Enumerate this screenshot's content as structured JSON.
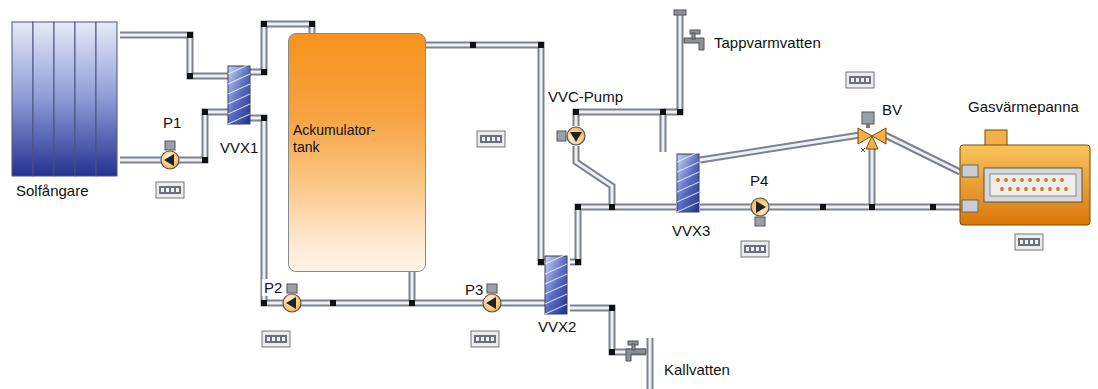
{
  "diagram": {
    "nodes": [
      {
        "text": [
          "Ackumulator-tank"
        ]
      }
    ],
    "labels": [
      "Solfångare",
      "P1",
      "VVX1",
      "P2",
      "P3",
      "VVX2",
      "Kallvatten",
      "Tappvarmvatten",
      "VVC-Pump",
      "VVX3",
      "P4",
      "BV",
      "Gasvärmepanna"
    ]
  }
}
